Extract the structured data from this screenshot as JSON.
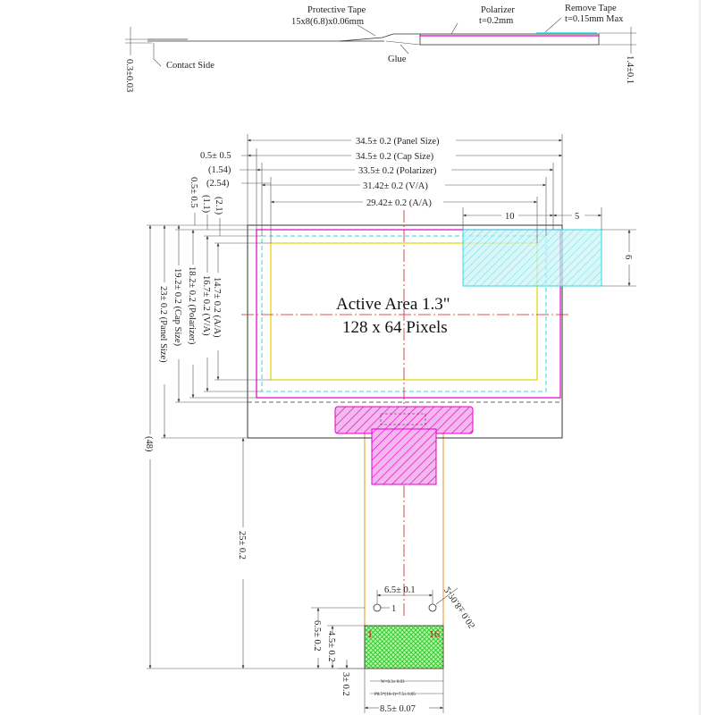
{
  "side_view": {
    "protective_tape_title": "Protective Tape",
    "protective_tape_spec": "15x8(6.8)x0.06mm",
    "polarizer_title": "Polarizer",
    "polarizer_spec": "t=0.2mm",
    "remove_tape_title": "Remove Tape",
    "remove_tape_spec": "t=0.15mm Max",
    "glue": "Glue",
    "contact_side": "Contact Side",
    "thickness_left": "0.3±0.03",
    "thickness_right": "1.4±0.1"
  },
  "horizontal_dims": {
    "panel_size": "34.5± 0.2 (Panel Size)",
    "cap_size": "34.5± 0.2 (Cap Size)",
    "polarizer": "33.5± 0.2 (Polarizer)",
    "va": "31.42± 0.2 (V/A)",
    "aa": "29.42± 0.2 (A/A)",
    "offset_05": "0.5± 0.5",
    "offset_154": "(1.54)",
    "offset_254": "(2.54)",
    "tape_width": "10",
    "tape_overhang": "5",
    "tape_height": "6"
  },
  "vertical_dims": {
    "v_05": "0.5± 0.5",
    "v_11": "(1.1)",
    "v_21": "(2.1)",
    "aa": "14.7± 0.2 (A/A)",
    "va": "16.7± 0.2 (V/A)",
    "polarizer": "18.2± 0.2 (Polarizer)",
    "cap_size": "19.2± 0.2 (Cap Size)",
    "panel_size": "23± 0.2 (Panel Size)",
    "total": "(48)",
    "fpc_length": "25± 0.2",
    "fpc_65": "6.5± 0.2",
    "fpc_45": "4.5± 0.2",
    "fpc_3": "3± 0.2"
  },
  "active_area": {
    "line1": "Active Area 1.3\"",
    "line2": "128 x 64 Pixels"
  },
  "fpc": {
    "pitch": "6.5± 0.1",
    "hole_dia": "2-?0.8± 0.05",
    "pin_first": "1",
    "pin_last": "16",
    "pin_width_note": "W=0.3± 0.03",
    "pin_pitch_note": "P0.5*(16-1)=7.5± 0.05",
    "total_width": "8.5± 0.07",
    "hole_label": "1"
  },
  "colors": {
    "magenta": "#e000c8",
    "cyan": "#30d8e0",
    "yellow": "#e6d400",
    "green": "#3ce83c",
    "red_center": "#d02020",
    "orange": "#e89020",
    "pin_red": "#c8102e"
  }
}
